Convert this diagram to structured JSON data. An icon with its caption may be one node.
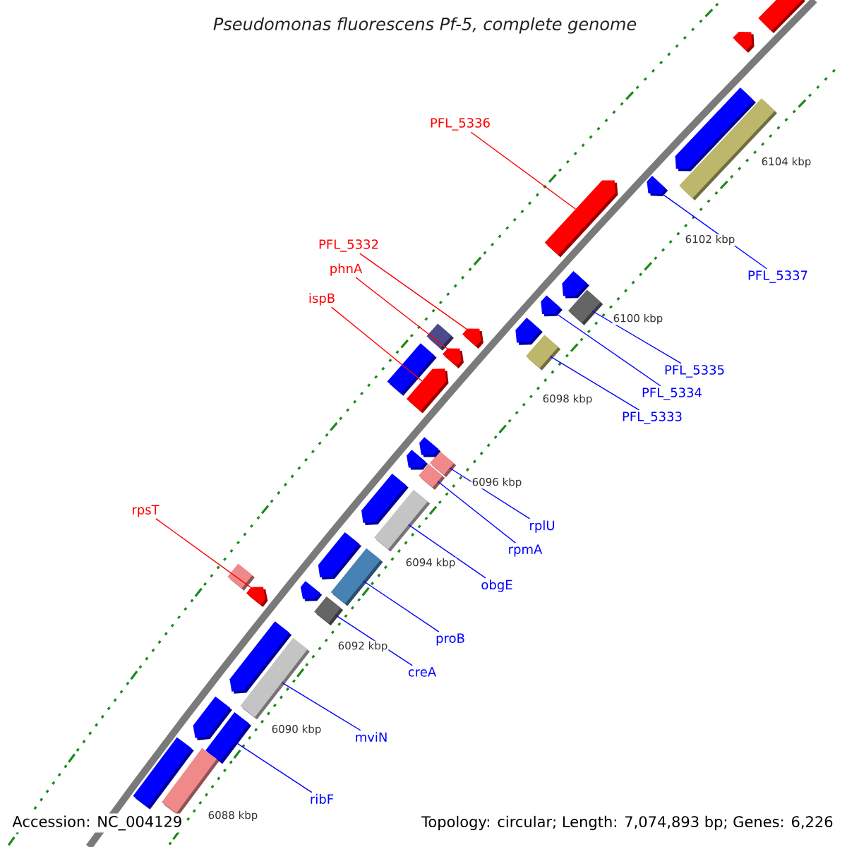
{
  "diagram": {
    "title": "Pseudomonas fluorescens Pf-5, complete genome",
    "nodes": [
      {
        "text": [
          "PFL_5336"
        ]
      },
      {
        "text": [
          "PFL_5337"
        ]
      },
      {
        "text": [
          "PFL_5332"
        ]
      },
      {
        "text": [
          "phnA"
        ]
      },
      {
        "text": [
          "ispB"
        ]
      },
      {
        "text": [
          "PFL_5335"
        ]
      },
      {
        "text": [
          "PFL_5334"
        ]
      },
      {
        "text": [
          "PFL_5333"
        ]
      },
      {
        "text": [
          "rpsT"
        ]
      },
      {
        "text": [
          "rplU"
        ]
      },
      {
        "text": [
          "rpmA"
        ]
      },
      {
        "text": [
          "obgE"
        ]
      },
      {
        "text": [
          "proB"
        ]
      },
      {
        "text": [
          "creA"
        ]
      },
      {
        "text": [
          "mviN"
        ]
      },
      {
        "text": [
          "ribF"
        ]
      },
      {
        "text": [],
        "shape": "arrow"
      },
      {
        "text": [],
        "shape": "arrow"
      },
      {
        "text": [],
        "shape": "arrow"
      },
      {
        "text": [],
        "shape": "arrow"
      },
      {
        "text": [],
        "shape": "arrow"
      },
      {
        "text": [],
        "shape": "bar"
      },
      {
        "text": [],
        "shape": "arrow"
      },
      {
        "text": [],
        "shape": "bar"
      },
      {
        "text": [],
        "shape": "arrow"
      },
      {
        "text": [],
        "shape": "bar"
      },
      {
        "text": [],
        "shape": "bar"
      },
      {
        "text": [],
        "shape": "bar"
      },
      {
        "text": [],
        "shape": "bar"
      },
      {
        "text": [],
        "shape": "bar"
      },
      {
        "text": [],
        "shape": "bar"
      },
      {
        "text": [],
        "shape": "bar"
      },
      {
        "text": [],
        "shape": "bar"
      },
      {
        "text": [],
        "shape": "arrow"
      },
      {
        "text": [],
        "shape": "arrow"
      },
      {
        "text": [],
        "shape": "bar"
      },
      {
        "text": [],
        "shape": "arrow"
      },
      {
        "text": [],
        "shape": "arrow"
      },
      {
        "text": [],
        "shape": "bar"
      },
      {
        "text": [],
        "shape": "bar"
      },
      {
        "text": [],
        "shape": "arrow"
      },
      {
        "text": [],
        "shape": "arrow"
      },
      {
        "text": [],
        "shape": "arrow"
      },
      {
        "text": [],
        "shape": "arrow"
      },
      {
        "text": [],
        "shape": "bar"
      },
      {
        "text": [],
        "shape": "arrow"
      },
      {
        "text": [],
        "shape": "arrow"
      },
      {
        "text": [],
        "shape": "arrow"
      },
      {
        "text": [],
        "shape": "bar"
      },
      {
        "text": [],
        "shape": "bar"
      }
    ],
    "edges": [
      {
        "from": 0,
        "to": 16,
        "arrow": "none",
        "color": "#ff0000"
      },
      {
        "from": 1,
        "to": 17,
        "arrow": "none"
      },
      {
        "from": 2,
        "to": 18,
        "arrow": "none",
        "color": "#ff0000"
      },
      {
        "from": 3,
        "to": 19,
        "arrow": "none",
        "color": "#ff0000"
      },
      {
        "from": 4,
        "to": 20,
        "arrow": "none",
        "color": "#ff0000"
      },
      {
        "from": 5,
        "to": 21,
        "arrow": "none"
      },
      {
        "from": 6,
        "to": 22,
        "arrow": "none"
      },
      {
        "from": 7,
        "to": 23,
        "arrow": "none"
      },
      {
        "from": 8,
        "to": 24,
        "arrow": "none",
        "color": "#ff0000"
      },
      {
        "from": 9,
        "to": 25,
        "arrow": "none"
      },
      {
        "from": 10,
        "to": 26,
        "arrow": "none"
      },
      {
        "from": 11,
        "to": 27,
        "arrow": "none"
      },
      {
        "from": 12,
        "to": 28,
        "arrow": "none"
      },
      {
        "from": 13,
        "to": 29,
        "arrow": "none"
      },
      {
        "from": 14,
        "to": 30,
        "arrow": "none"
      },
      {
        "from": 15,
        "to": 31,
        "arrow": "none"
      }
    ],
    "labels": [
      "6104 kbp",
      "6102 kbp",
      "6100 kbp",
      "6098 kbp",
      "6096 kbp",
      "6094 kbp",
      "6092 kbp",
      "6090 kbp",
      "6088 kbp",
      "Accession: NC_004129",
      "Topology: circular; Length: 7,074,893 bp; Genes: 6,226"
    ]
  }
}
